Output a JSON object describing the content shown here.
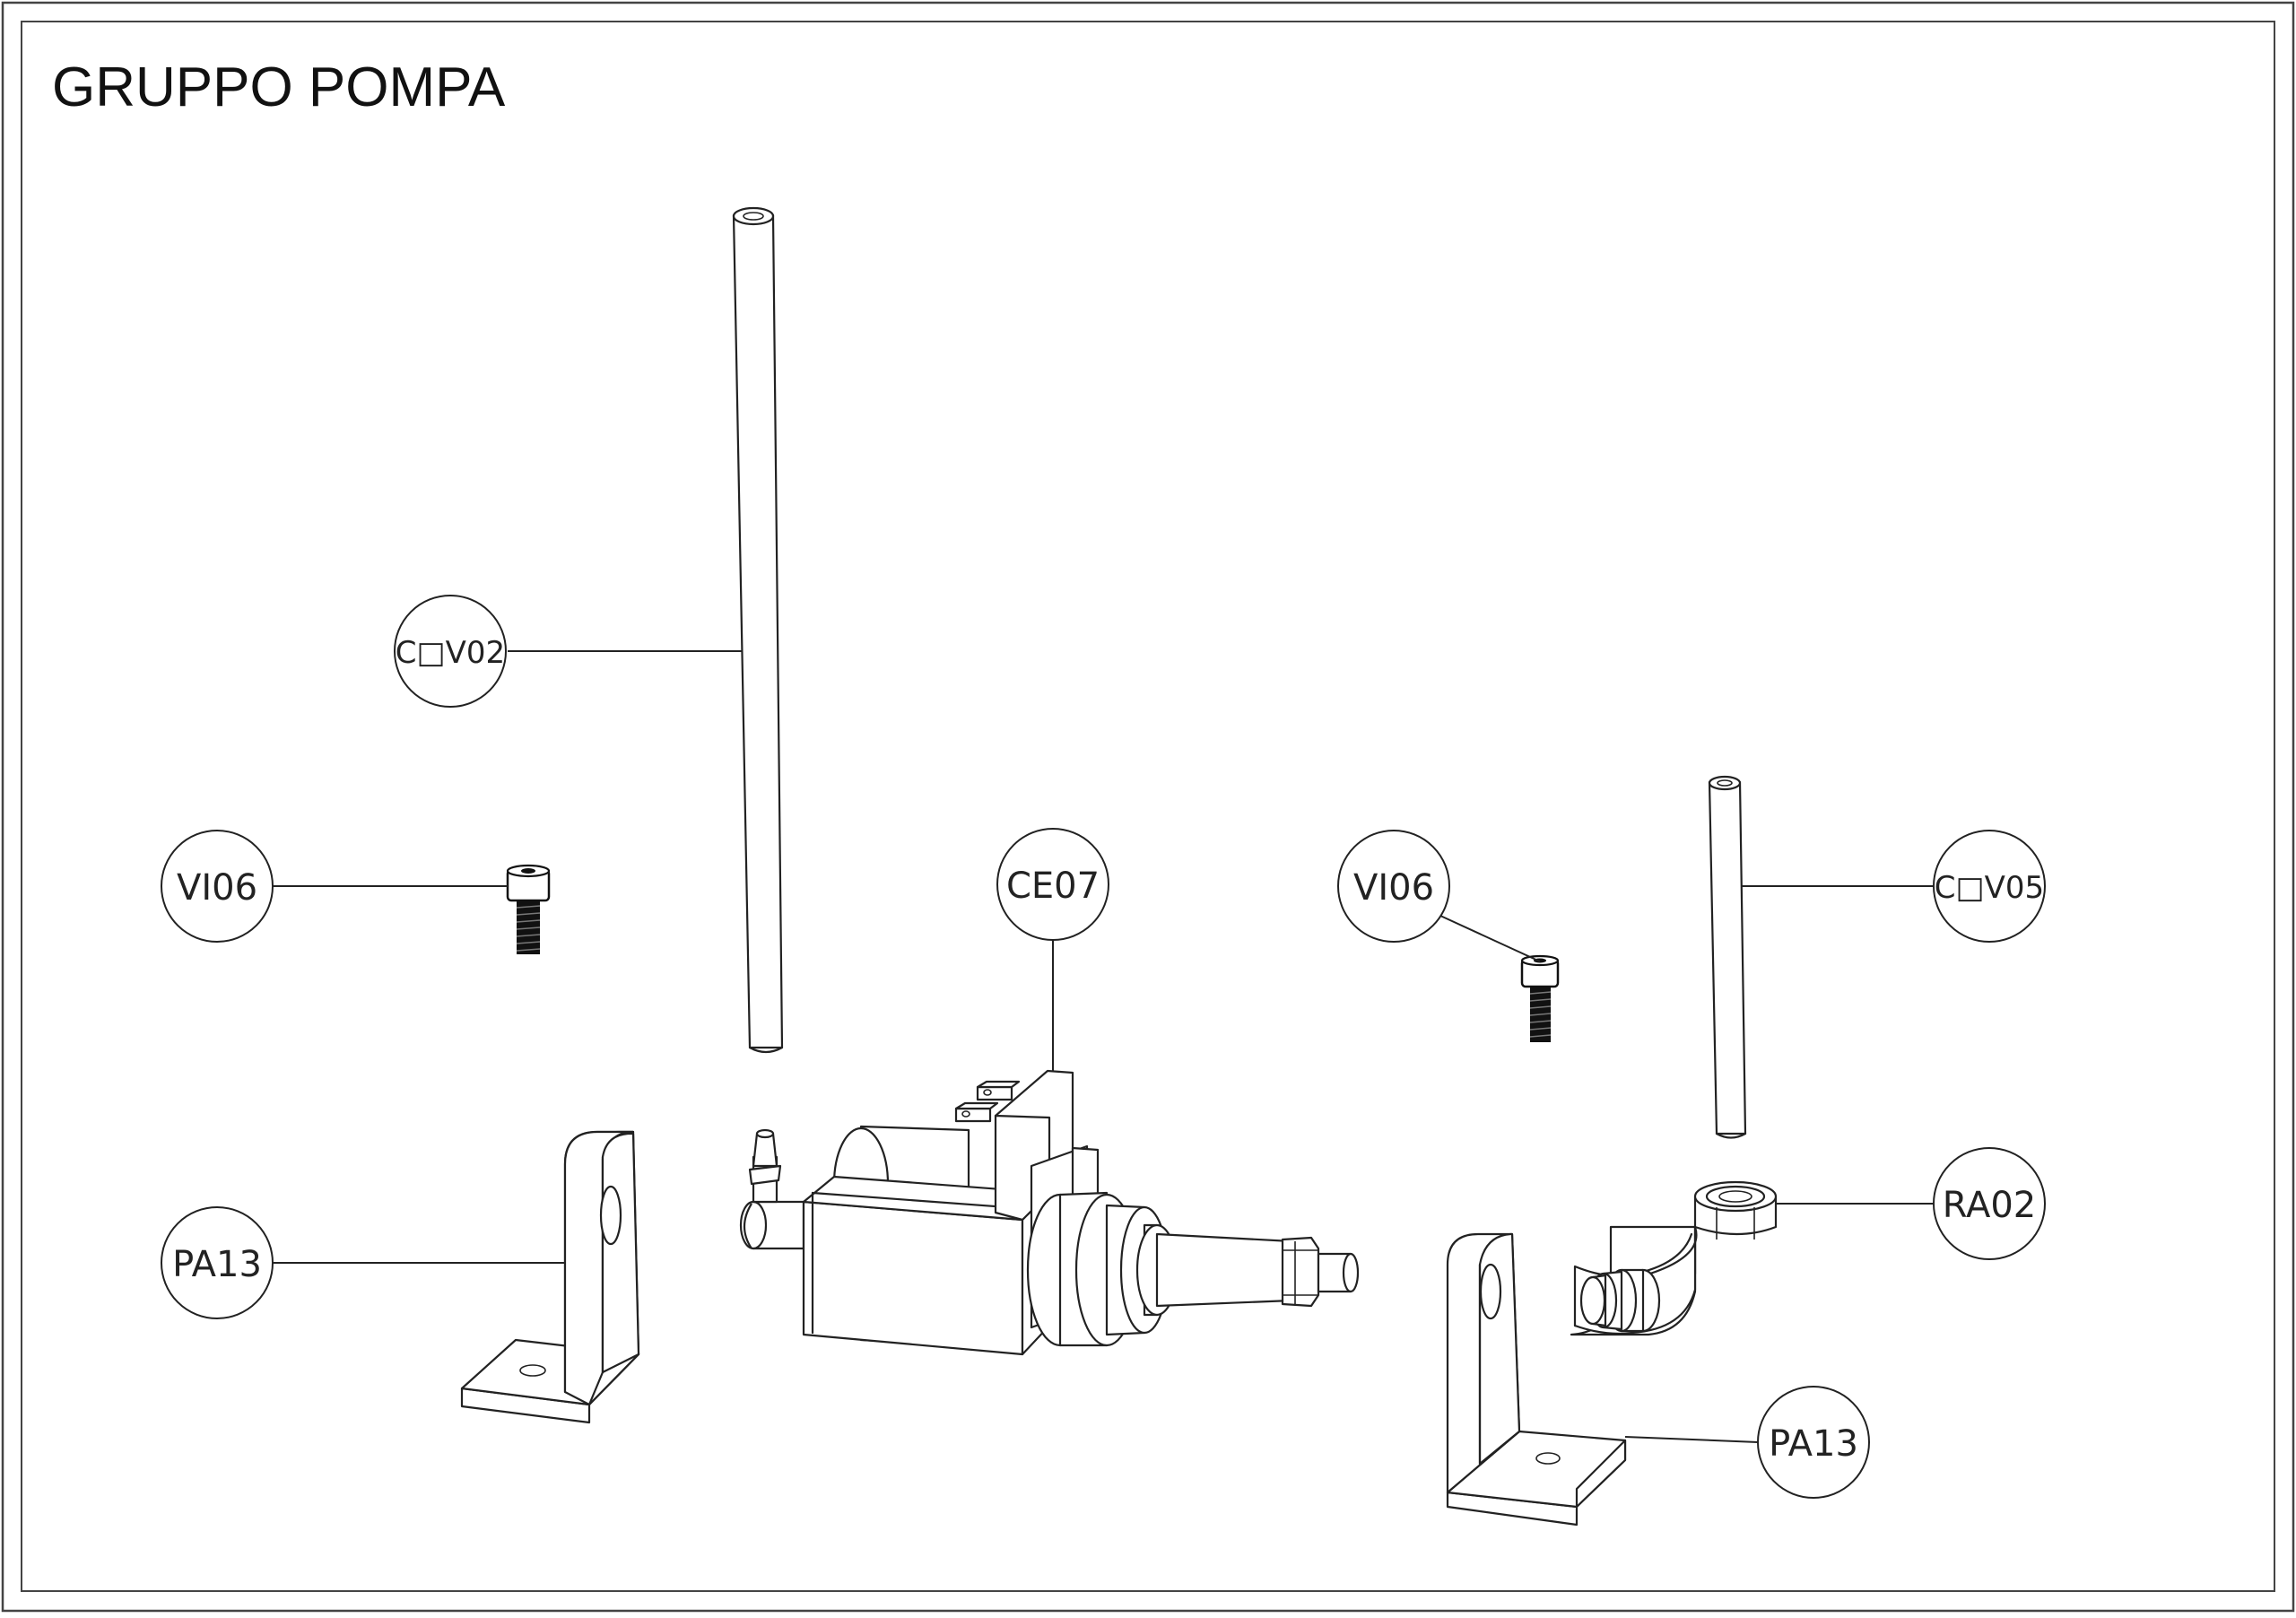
{
  "title": "GRUPPO POMPA",
  "callouts": [
    {
      "id": "cov02",
      "label": "C□V02"
    },
    {
      "id": "vi06-left",
      "label": "VI06"
    },
    {
      "id": "ce07",
      "label": "CE07"
    },
    {
      "id": "vi06-right",
      "label": "VI06"
    },
    {
      "id": "cov05",
      "label": "C□V05"
    },
    {
      "id": "pa13-left",
      "label": "PA13"
    },
    {
      "id": "ra02",
      "label": "RA02"
    },
    {
      "id": "pa13-right",
      "label": "PA13"
    }
  ],
  "colors": {
    "line": "#222222",
    "background": "#ffffff"
  }
}
